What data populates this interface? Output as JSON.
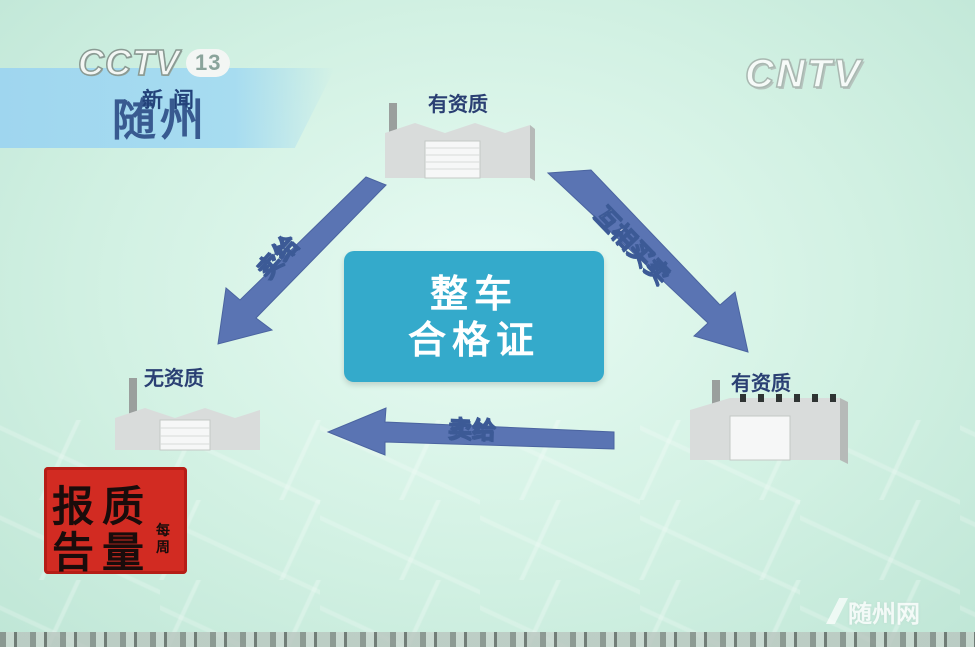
{
  "broadcast": {
    "channel_logo": "CCTV",
    "channel_number": "13",
    "channel_sub": "新闻",
    "city": "随州",
    "web_logo": "CNTV",
    "seal_chars": [
      "报",
      "质",
      "告",
      "量"
    ],
    "seal_small": "每周",
    "watermark": "随州网"
  },
  "diagram": {
    "center": {
      "line1": "整车",
      "line2": "合格证"
    },
    "nodes": {
      "top": {
        "label": "有资质"
      },
      "left": {
        "label": "无资质"
      },
      "right": {
        "label": "有资质"
      }
    },
    "arrows": {
      "top_to_left": {
        "label": "卖给"
      },
      "right_to_top": {
        "label": "互相买卖"
      },
      "right_to_left": {
        "label": "卖给"
      }
    }
  },
  "colors": {
    "arrow": "#5a74b3",
    "center_box": "#34aacb",
    "label_text": "#2a3f73",
    "seal": "#d22b22"
  }
}
